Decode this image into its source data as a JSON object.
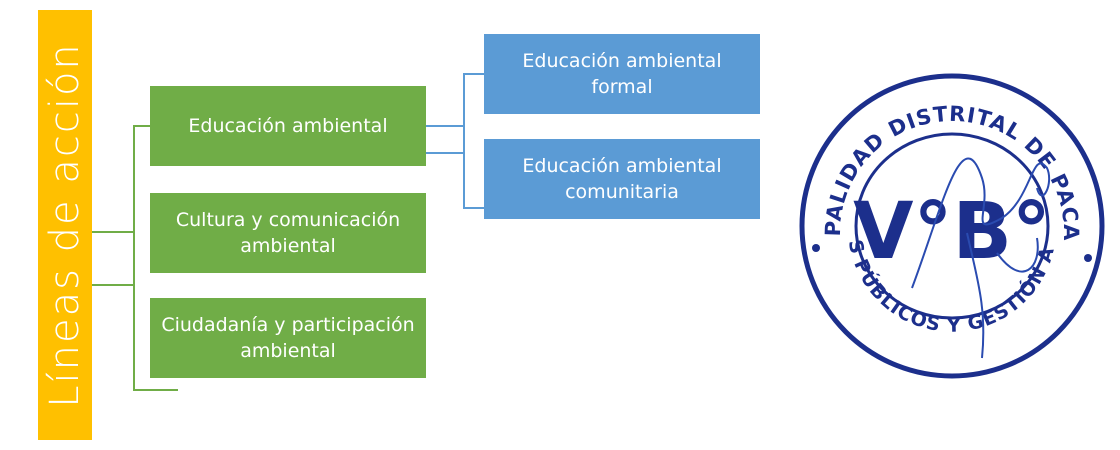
{
  "title": "Líneas de acción",
  "lines": [
    {
      "label": "Educación ambiental"
    },
    {
      "label": "Cultura y comunicación ambiental"
    },
    {
      "label": "Ciudadanía y participación ambiental"
    }
  ],
  "sublines": [
    {
      "label": "Educación ambiental formal"
    },
    {
      "label": "Educación ambiental comunitaria"
    }
  ],
  "stamp": {
    "ring_top": "MUNICIPALIDAD DISTRITAL DE PACASMAYO",
    "ring_bottom": "SERVICIOS PÚBLICOS Y GESTIÓN AMBIENTAL",
    "center": "V°B°"
  },
  "colors": {
    "title_bar": "#ffc000",
    "line_box": "#70ad47",
    "subline_box": "#5b9bd5",
    "stamp_ink": "#1c2f8c"
  }
}
